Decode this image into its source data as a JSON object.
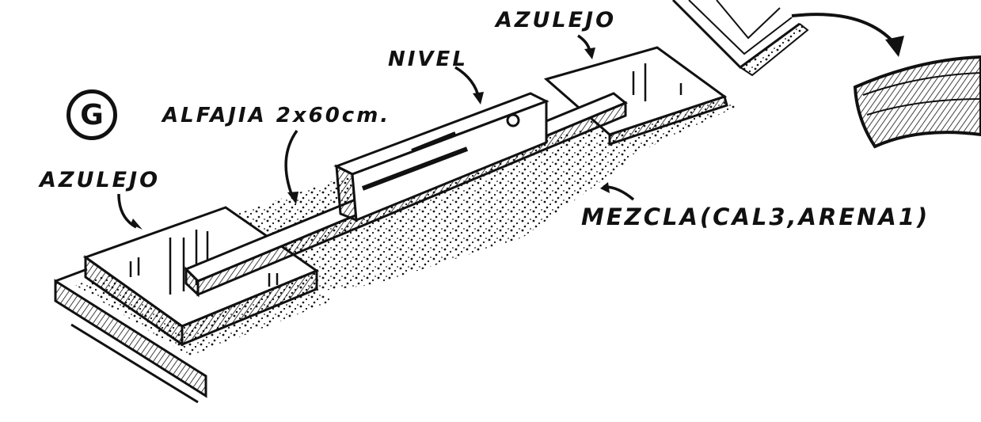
{
  "figure": {
    "letter": "G"
  },
  "labels": {
    "tile_top": "AZULEJO",
    "tile_left": "AZULEJO",
    "level": "NIVEL",
    "batten": "ALFAJIA 2x60cm.",
    "mortar": "MEZCLA(CAL3,ARENA1)"
  },
  "colors": {
    "ink": "#111111",
    "paper": "#ffffff"
  }
}
